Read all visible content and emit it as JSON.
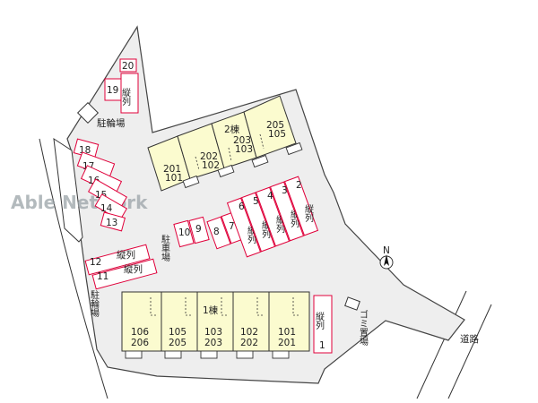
{
  "watermark": "Able Network",
  "compass": {
    "label": "N"
  },
  "road_label": "道路",
  "labels": {
    "bicycle_parking_top": "駐輪場",
    "bicycle_parking_left": "駐輪場",
    "car_parking": "駐車場",
    "garbage": "ゴミ置場"
  },
  "building2": {
    "name": "2棟",
    "units": [
      {
        "upper": "201",
        "lower": "101"
      },
      {
        "upper": "202",
        "lower": "102"
      },
      {
        "upper": "203",
        "lower": "103"
      },
      {
        "upper": "205",
        "lower": "105"
      }
    ]
  },
  "building1": {
    "name": "1棟",
    "units": [
      {
        "upper": "106",
        "lower": "206"
      },
      {
        "upper": "105",
        "lower": "205"
      },
      {
        "upper": "103",
        "lower": "203"
      },
      {
        "upper": "102",
        "lower": "202"
      },
      {
        "upper": "101",
        "lower": "201"
      }
    ]
  },
  "parking": {
    "tandem_label": "縦列",
    "stalls": [
      "20",
      "19",
      "18",
      "17",
      "16",
      "15",
      "14",
      "13",
      "12",
      "11",
      "10",
      "9",
      "8",
      "7",
      "6",
      "5",
      "4",
      "3",
      "2",
      "1"
    ]
  }
}
